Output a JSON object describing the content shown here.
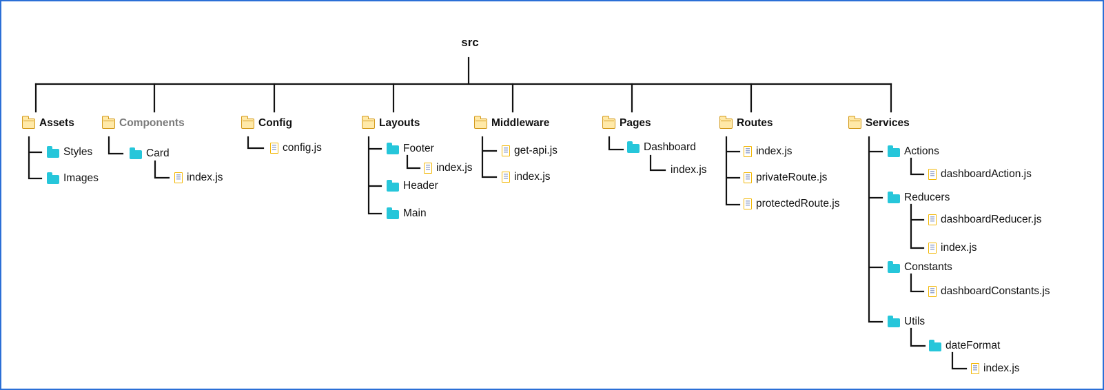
{
  "root": "src",
  "folders": [
    {
      "label": "Assets",
      "icon": "folder-open-icon"
    },
    {
      "label": "Components",
      "icon": "folder-open-icon"
    },
    {
      "label": "Config",
      "icon": "folder-open-icon"
    },
    {
      "label": "Layouts",
      "icon": "folder-open-icon"
    },
    {
      "label": "Middleware",
      "icon": "folder-open-icon"
    },
    {
      "label": "Pages",
      "icon": "folder-open-icon"
    },
    {
      "label": "Routes",
      "icon": "folder-open-icon"
    },
    {
      "label": "Services",
      "icon": "folder-open-icon"
    }
  ],
  "assets": {
    "styles": "Styles",
    "images": "Images"
  },
  "components": {
    "card": "Card",
    "card_index": "index.js"
  },
  "config": {
    "config_js": "config.js"
  },
  "layouts": {
    "footer": "Footer",
    "footer_index": "index.js",
    "header": "Header",
    "main": "Main"
  },
  "middleware": {
    "get_api": "get-api.js",
    "index": "index.js"
  },
  "pages": {
    "dashboard": "Dashboard",
    "dashboard_index": "index.js"
  },
  "routes": {
    "index": "index.js",
    "private_route": "privateRoute.js",
    "protected_route": "protectedRoute.js"
  },
  "services": {
    "actions": "Actions",
    "dashboard_action": "dashboardAction.js",
    "reducers": "Reducers",
    "dashboard_reducer": "dashboardReducer.js",
    "reducers_index": "index.js",
    "constants": "Constants",
    "dashboard_constants": "dashboardConstants.js",
    "utils": "Utils",
    "date_format": "dateFormat",
    "date_format_index": "index.js"
  },
  "colors": {
    "border": "#2b6fd6",
    "line": "#111111",
    "folder_open": "#ffe9a8",
    "folder": "#26c6da",
    "file_outline": "#f2b705",
    "muted_text": "#7a7a7a"
  }
}
